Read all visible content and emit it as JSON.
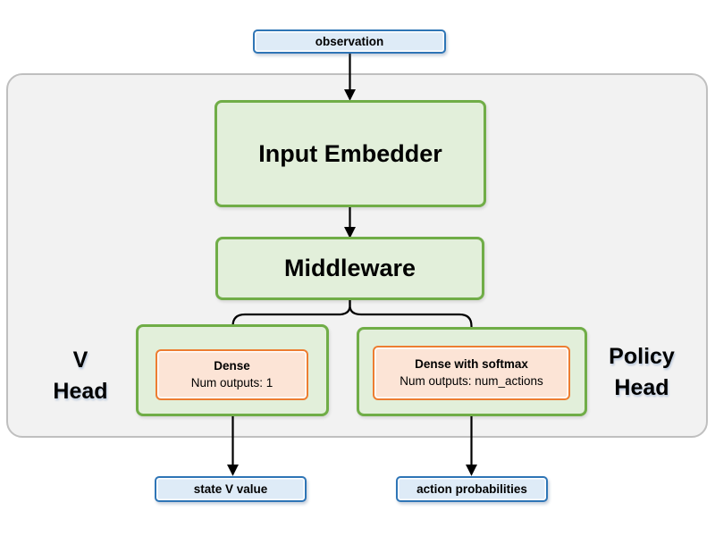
{
  "colors": {
    "blue_border": "#2E75B6",
    "blue_fill": "#DEEBF7",
    "green_border": "#70AD47",
    "green_fill": "#E2EFDA",
    "orange_border": "#ED7D31",
    "orange_fill": "#FCE4D6",
    "container_fill": "#F2F2F2",
    "container_border": "#BFBFBF",
    "arrow": "#000000"
  },
  "nodes": {
    "observation": {
      "label": "observation"
    },
    "input_embedder": {
      "label": "Input Embedder"
    },
    "middleware": {
      "label": "Middleware"
    },
    "v_head": {
      "title_line1": "V",
      "title_line2": "Head",
      "dense": {
        "title": "Dense",
        "subtitle": "Num outputs: 1"
      }
    },
    "policy_head": {
      "title_line1": "Policy",
      "title_line2": "Head",
      "dense": {
        "title": "Dense with softmax",
        "subtitle": "Num outputs: num_actions"
      }
    },
    "state_v_value": {
      "label": "state V value"
    },
    "action_probabilities": {
      "label": "action probabilities"
    }
  }
}
